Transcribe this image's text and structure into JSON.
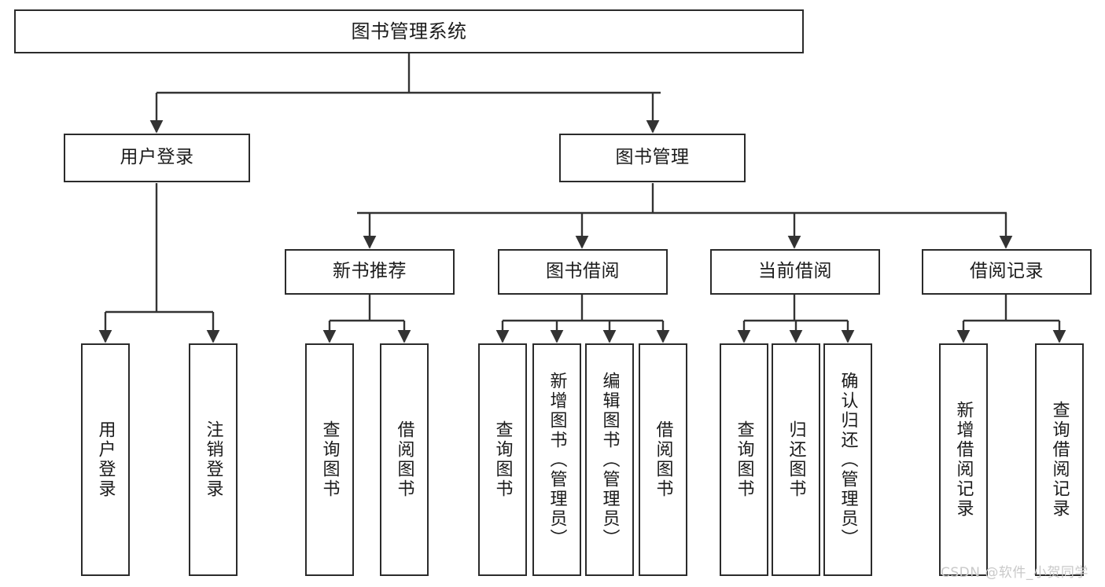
{
  "diagram": {
    "title": "图书管理系统",
    "root": {
      "label": "图书管理系统"
    },
    "level1": [
      {
        "label": "用户登录"
      },
      {
        "label": "图书管理"
      }
    ],
    "level2": [
      {
        "label": "新书推荐"
      },
      {
        "label": "图书借阅"
      },
      {
        "label": "当前借阅"
      },
      {
        "label": "借阅记录"
      }
    ],
    "leaves": {
      "user_login": [
        {
          "label": "用户登录"
        },
        {
          "label": "注销登录"
        }
      ],
      "new_book_recommend": [
        {
          "label": "查询图书"
        },
        {
          "label": "借阅图书"
        }
      ],
      "book_borrow": [
        {
          "label": "查询图书"
        },
        {
          "label": "新增图书（管理员）"
        },
        {
          "label": "编辑图书（管理员）"
        },
        {
          "label": "借阅图书"
        }
      ],
      "current_borrow": [
        {
          "label": "查询图书"
        },
        {
          "label": "归还图书"
        },
        {
          "label": "确认归还（管理员）"
        }
      ],
      "borrow_record": [
        {
          "label": "新增借阅记录"
        },
        {
          "label": "查询借阅记录"
        }
      ]
    }
  },
  "watermark": {
    "text": "CSDN @软件_小贺同学"
  },
  "colors": {
    "box_border": "#2b2b2b",
    "connector": "#333333",
    "text": "#1b1b1b",
    "background": "#ffffff",
    "watermark": "#c9c9c9"
  }
}
